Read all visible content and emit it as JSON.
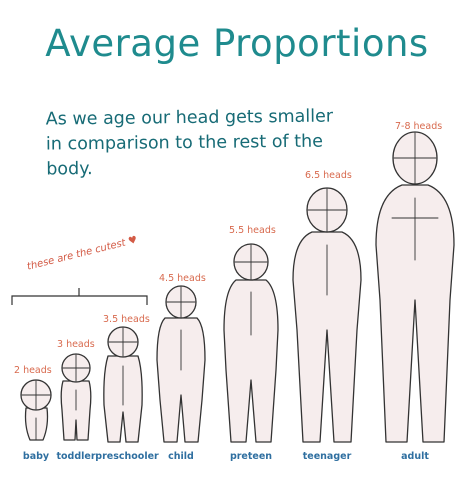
{
  "title": "Average Proportions",
  "subtitle": "As we age our head gets smaller in comparison to the rest of the body.",
  "note": {
    "text": "these are the cutest",
    "icon": "heart-icon"
  },
  "colors": {
    "title": "#1f8b8e",
    "subtitle": "#176b76",
    "heads_label": "#d86a4e",
    "stage_label": "#2f6fa0",
    "note": "#d35b46"
  },
  "stages": [
    {
      "name": "baby",
      "heads": "2 heads"
    },
    {
      "name": "toddler",
      "heads": "3 heads"
    },
    {
      "name": "preschooler",
      "heads": "3.5 heads"
    },
    {
      "name": "child",
      "heads": "4.5 heads"
    },
    {
      "name": "preteen",
      "heads": "5.5 heads"
    },
    {
      "name": "teenager",
      "heads": "6.5 heads"
    },
    {
      "name": "adult",
      "heads": "7-8 heads"
    }
  ]
}
